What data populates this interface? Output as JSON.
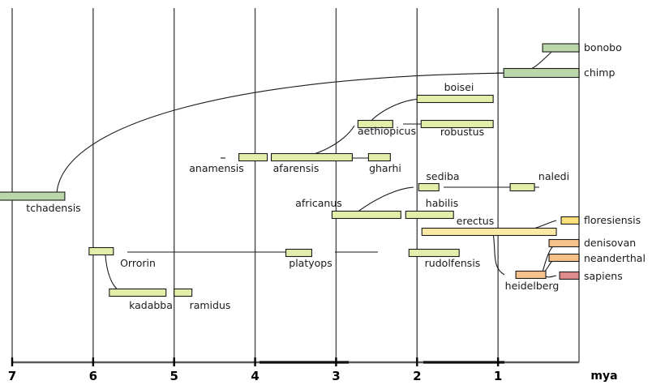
{
  "chart_data": {
    "type": "table",
    "title": "",
    "subtitle": "",
    "xlabel": "mya",
    "ylabel": "",
    "xlim": [
      7.35,
      -0.9
    ],
    "grid": true,
    "legend": "none",
    "axis": {
      "unit": "mya",
      "ticks": [
        7,
        6,
        5,
        4,
        3,
        2,
        1
      ],
      "tick_labels": [
        "7",
        "6",
        "5",
        "4",
        "3",
        "2",
        "1"
      ],
      "gridline_values": [
        7,
        6,
        5,
        4,
        3,
        2,
        1,
        0
      ],
      "direction": "oldest-left-to-youngest-right"
    },
    "colors": {
      "ape_green": "#b9d7a8",
      "australopith_yellowgreen": "#e3eeab",
      "erectus_yellow": "#fce9a5",
      "floresiensis_yellow": "#fbdf7a",
      "archaic_orange": "#f7c18a",
      "sapiens_red": "#e08b8b",
      "bar_outline": "#1a1a1a",
      "gridline": "#4a4a4a",
      "axis_line": "#5a5a5a",
      "branch_line": "#1a1a1a",
      "text": "#1a1a1a"
    },
    "series": [
      {
        "name": "bonobo",
        "label": "bonobo",
        "label_position": "right",
        "start_mya": 0.45,
        "end_mya": 0.0,
        "color_key": "ape_green",
        "row": 1
      },
      {
        "name": "chimp",
        "label": "chimp",
        "label_position": "right",
        "start_mya": 0.93,
        "end_mya": 0.0,
        "color_key": "ape_green",
        "row": 2
      },
      {
        "name": "boisei",
        "label": "boisei",
        "label_position": "above",
        "start_mya": 2.0,
        "end_mya": 1.06,
        "color_key": "australopith_yellowgreen",
        "row": 3
      },
      {
        "name": "aethiopicus",
        "label": "aethiopicus",
        "label_position": "below",
        "start_mya": 2.73,
        "end_mya": 2.3,
        "color_key": "australopith_yellowgreen",
        "row": 4
      },
      {
        "name": "robustus",
        "label": "robustus",
        "label_position": "below",
        "start_mya": 1.95,
        "end_mya": 1.06,
        "color_key": "australopith_yellowgreen",
        "row": 4
      },
      {
        "name": "anamensis",
        "label": "anamensis",
        "label_position": "below",
        "start_mya": 4.2,
        "end_mya": 3.85,
        "color_key": "australopith_yellowgreen",
        "row": 5
      },
      {
        "name": "afarensis",
        "label": "afarensis",
        "label_position": "below",
        "start_mya": 3.8,
        "end_mya": 2.8,
        "color_key": "australopith_yellowgreen",
        "row": 5
      },
      {
        "name": "gharhi",
        "label": "gharhi",
        "label_position": "below",
        "start_mya": 2.6,
        "end_mya": 2.33,
        "color_key": "australopith_yellowgreen",
        "row": 5
      },
      {
        "name": "sediba",
        "label": "sediba",
        "label_position": "above",
        "start_mya": 1.98,
        "end_mya": 1.73,
        "color_key": "australopith_yellowgreen",
        "row": 6
      },
      {
        "name": "naledi",
        "label": "naledi",
        "label_position": "above",
        "start_mya": 0.85,
        "end_mya": 0.55,
        "color_key": "australopith_yellowgreen",
        "row": 6
      },
      {
        "name": "africanus",
        "label": "africanus",
        "label_position": "above",
        "start_mya": 3.05,
        "end_mya": 2.2,
        "color_key": "australopith_yellowgreen",
        "row": 7
      },
      {
        "name": "habilis",
        "label": "habilis",
        "label_position": "above",
        "start_mya": 2.14,
        "end_mya": 1.55,
        "color_key": "australopith_yellowgreen",
        "row": 7
      },
      {
        "name": "erectus",
        "label": "erectus",
        "label_position": "above",
        "start_mya": 1.94,
        "end_mya": 0.28,
        "color_key": "erectus_yellow",
        "row": 8
      },
      {
        "name": "floresiensis",
        "label": "floresiensis",
        "label_position": "right",
        "start_mya": 0.22,
        "end_mya": 0.0,
        "color_key": "floresiensis_yellow",
        "row": 6
      },
      {
        "name": "platyops",
        "label": "platyops",
        "label_position": "below",
        "start_mya": 3.62,
        "end_mya": 3.3,
        "color_key": "australopith_yellowgreen",
        "row": 9
      },
      {
        "name": "rudolfensis",
        "label": "rudolfensis",
        "label_position": "below",
        "start_mya": 2.1,
        "end_mya": 1.48,
        "color_key": "australopith_yellowgreen",
        "row": 9
      },
      {
        "name": "denisovan",
        "label": "denisovan",
        "label_position": "right",
        "start_mya": 0.37,
        "end_mya": 0.0,
        "color_key": "archaic_orange",
        "row": 10
      },
      {
        "name": "neanderthal",
        "label": "neanderthal",
        "label_position": "right",
        "start_mya": 0.37,
        "end_mya": 0.0,
        "color_key": "archaic_orange",
        "row": 11
      },
      {
        "name": "sapiens",
        "label": "sapiens",
        "label_position": "right",
        "start_mya": 0.24,
        "end_mya": 0.0,
        "color_key": "sapiens_red",
        "row": 12
      },
      {
        "name": "heidelberg",
        "label": "heidelberg",
        "label_position": "below",
        "start_mya": 0.78,
        "end_mya": 0.41,
        "color_key": "archaic_orange",
        "row": 12
      },
      {
        "name": "tchadensis",
        "label": "tchadensis",
        "label_position": "below",
        "start_mya": 7.28,
        "end_mya": 6.35,
        "color_key": "ape_green",
        "row": 6
      },
      {
        "name": "Orrorin",
        "label": "Orrorin",
        "label_position": "below-right",
        "start_mya": 6.05,
        "end_mya": 5.75,
        "color_key": "australopith_yellowgreen",
        "row": 9
      },
      {
        "name": "kadabba",
        "label": "kadabba",
        "label_position": "below",
        "start_mya": 5.8,
        "end_mya": 5.1,
        "color_key": "australopith_yellowgreen",
        "row": 13
      },
      {
        "name": "ramidus",
        "label": "ramidus",
        "label_position": "below",
        "start_mya": 5.0,
        "end_mya": 4.78,
        "color_key": "australopith_yellowgreen",
        "row": 13
      }
    ]
  }
}
